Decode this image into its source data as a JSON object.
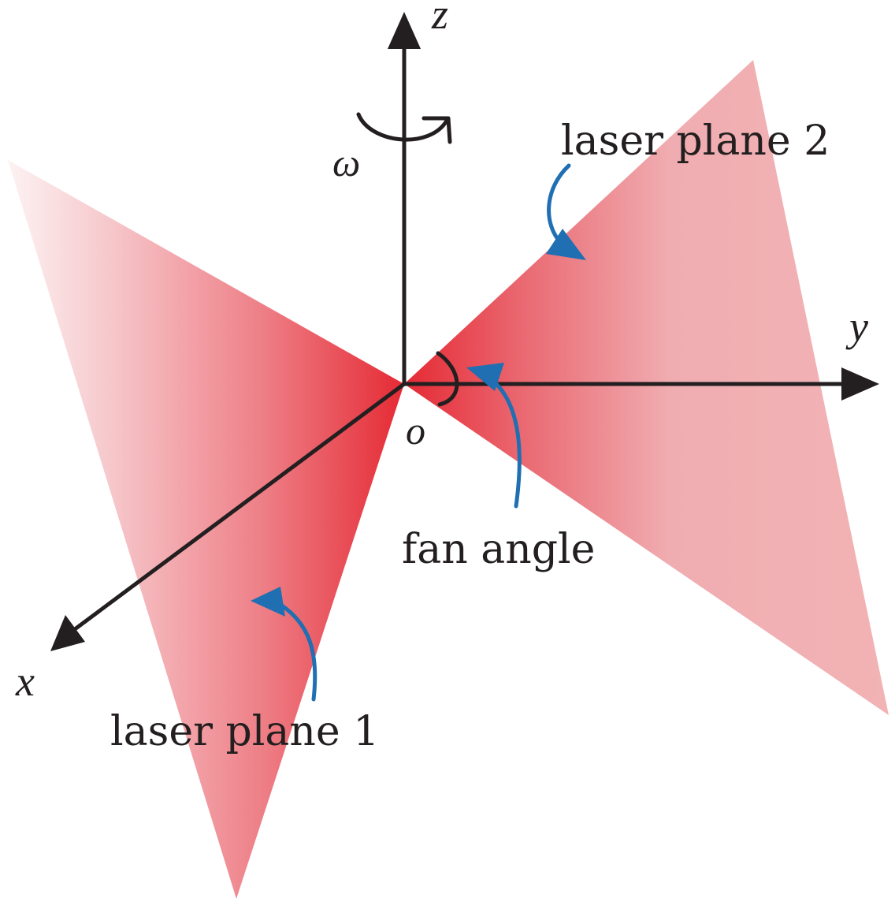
{
  "axes": {
    "z": "z",
    "y": "y",
    "x": "x",
    "origin": "o",
    "rotation": "ω"
  },
  "labels": {
    "plane2": "laser plane 2",
    "plane1": "laser plane 1",
    "fan_angle": "fan angle"
  },
  "colors": {
    "laser_red": "#e52a34",
    "laser_light": "#f2b6b8",
    "pointer_blue": "#1f6fb2",
    "axis_dark": "#231f20"
  }
}
